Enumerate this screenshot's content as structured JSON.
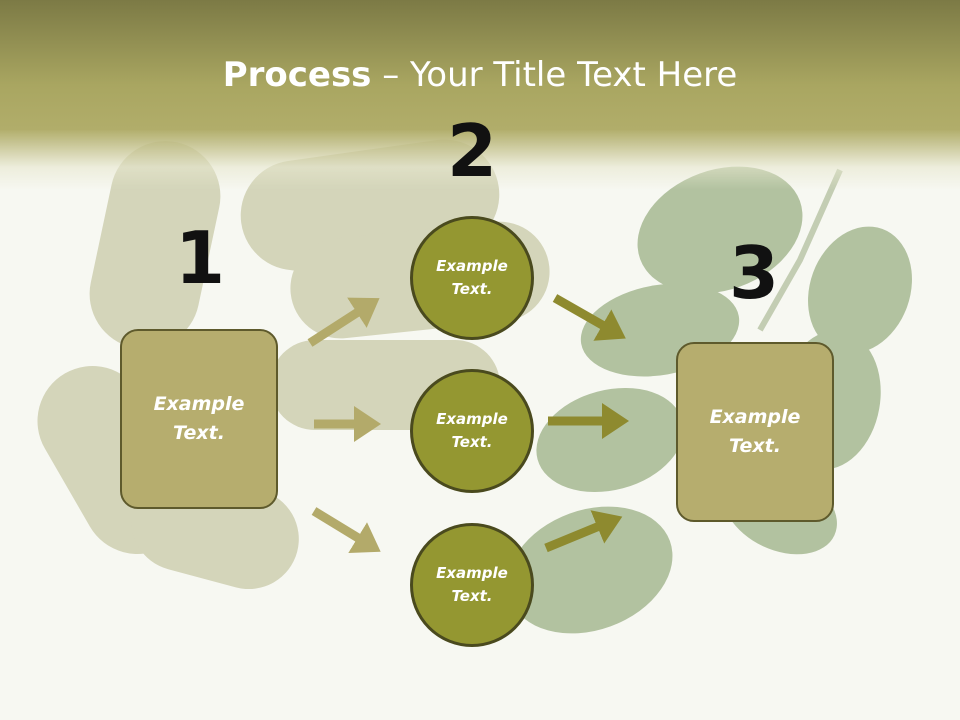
{
  "slide": {
    "title_bold": "Process",
    "title_rest": " – Your Title Text Here"
  },
  "steps": {
    "num1": "1",
    "num2": "2",
    "num3": "3"
  },
  "shapes": {
    "left_box_text": "Example Text.",
    "right_box_text": "Example Text.",
    "circle_top_text": "Example Text.",
    "circle_middle_text": "Example Text.",
    "circle_bottom_text": "Example Text."
  },
  "colors": {
    "header": "#a9a661",
    "box_fill": "#b6ad6e",
    "circle_fill": "#949731",
    "arrow_light": "#b3aa6a",
    "arrow_dark": "#8e8a2f"
  }
}
